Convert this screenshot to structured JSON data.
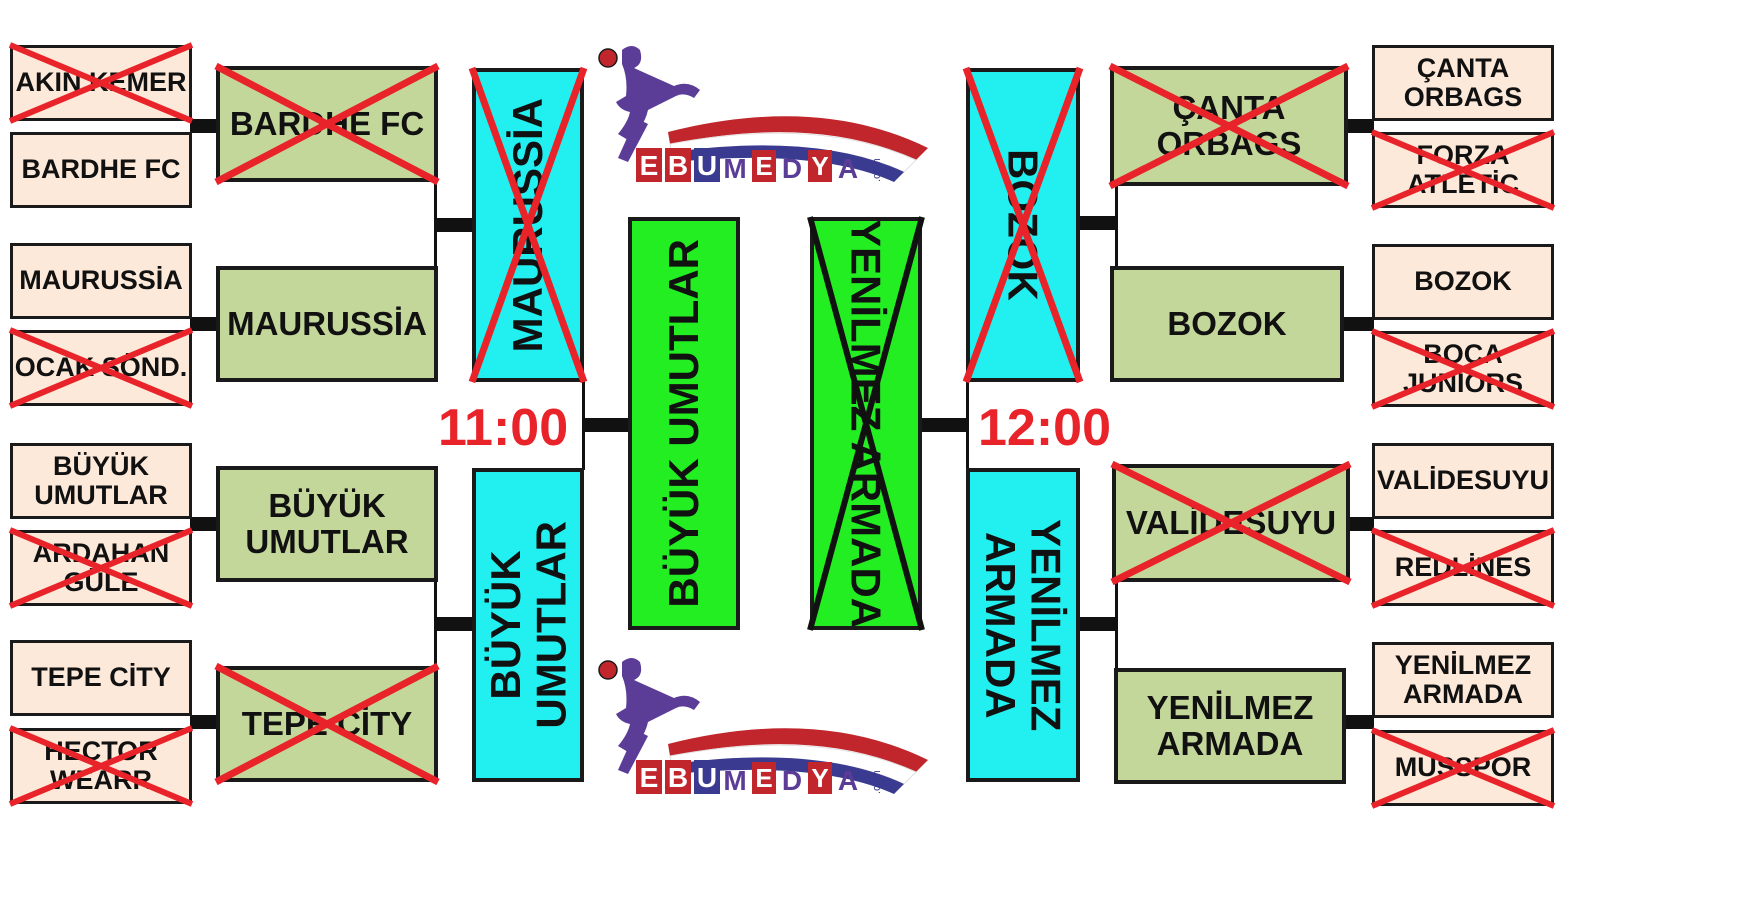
{
  "round1_left": [
    "AKIN KEMER",
    "BARDHE FC",
    "MAURUSSİA",
    "OCAK SÖND.",
    "BÜYÜK\nUMUTLAR",
    "ARDAHAN\nGÜLE",
    "TEPE CİTY",
    "HECTOR\nWEARR"
  ],
  "round2_left": [
    "BARDHE FC",
    "MAURUSSİA",
    "BÜYÜK\nUMUTLAR",
    "TEPE CİTY"
  ],
  "round3_left": [
    "MAURUSSİA",
    "BÜYÜK\nUMUTLAR"
  ],
  "final": [
    "BÜYÜK UMUTLAR",
    "YENİLMEZ ARMADA"
  ],
  "round3_right": [
    "BOZOK",
    "YENİLMEZ\nARMADA"
  ],
  "round2_right": [
    "ÇANTA\nORBAGS",
    "BOZOK",
    "VALİDESUYU",
    "YENİLMEZ\nARMADA"
  ],
  "round1_right": [
    "ÇANTA\nORBAGS",
    "FORZA\nATLETİC",
    "BOZOK",
    "BOCA\nJUNİORS",
    "VALİDESUYU",
    "REDLİNES",
    "YENİLMEZ\nARMADA",
    "MUSSPOR"
  ],
  "times": {
    "left": "11:00",
    "right": "12:00"
  },
  "logo": {
    "brand_letters": [
      "E",
      "B",
      "U",
      "M",
      "E",
      "D",
      "Y",
      "A"
    ],
    "suffix": ".com"
  },
  "colors": {
    "round1": "#fde9d9",
    "round2": "#c4d79b",
    "round3": "#22f0f0",
    "final": "#22ee22",
    "eliminated_cross": "#e8232a",
    "time": "#e8232a"
  }
}
